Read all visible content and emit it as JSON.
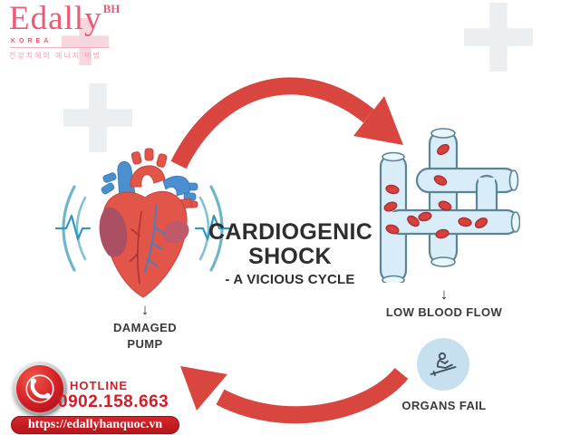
{
  "colors": {
    "brand_pink": "#ee5a75",
    "accent_red": "#d9453f",
    "hotline_red": "#d41e26",
    "text_dark": "#2e2e2e",
    "text_gray": "#3b3b3b",
    "plus_gray": "#eceff1",
    "wave_blue": "#6fb6cd",
    "vessel_fill": "#d8edf8",
    "vessel_outline": "#5b8495",
    "cell_red": "#d6413f",
    "heart_red": "#e25549",
    "heart_blue": "#4a8fd0",
    "icon_bg_blue": "#c6e0ef"
  },
  "brand": {
    "name": "Edally",
    "mark": "BH",
    "country": "KOREA",
    "tagline": "건강지혜의 에너지 비법"
  },
  "diagram": {
    "title": "CARDIOGENIC SHOCK",
    "subtitle": "- A VICIOUS CYCLE",
    "stages": {
      "pump": {
        "arrow": "↓",
        "label": "DAMAGED PUMP"
      },
      "flow": {
        "arrow": "↓",
        "label": "LOW BLOOD FLOW"
      },
      "organs": {
        "label": "ORGANS FAIL"
      }
    }
  },
  "footer": {
    "hotline_label": "HOTLINE",
    "hotline_number": "0902.158.663",
    "website": "https://edallyhanquoc.vn"
  }
}
